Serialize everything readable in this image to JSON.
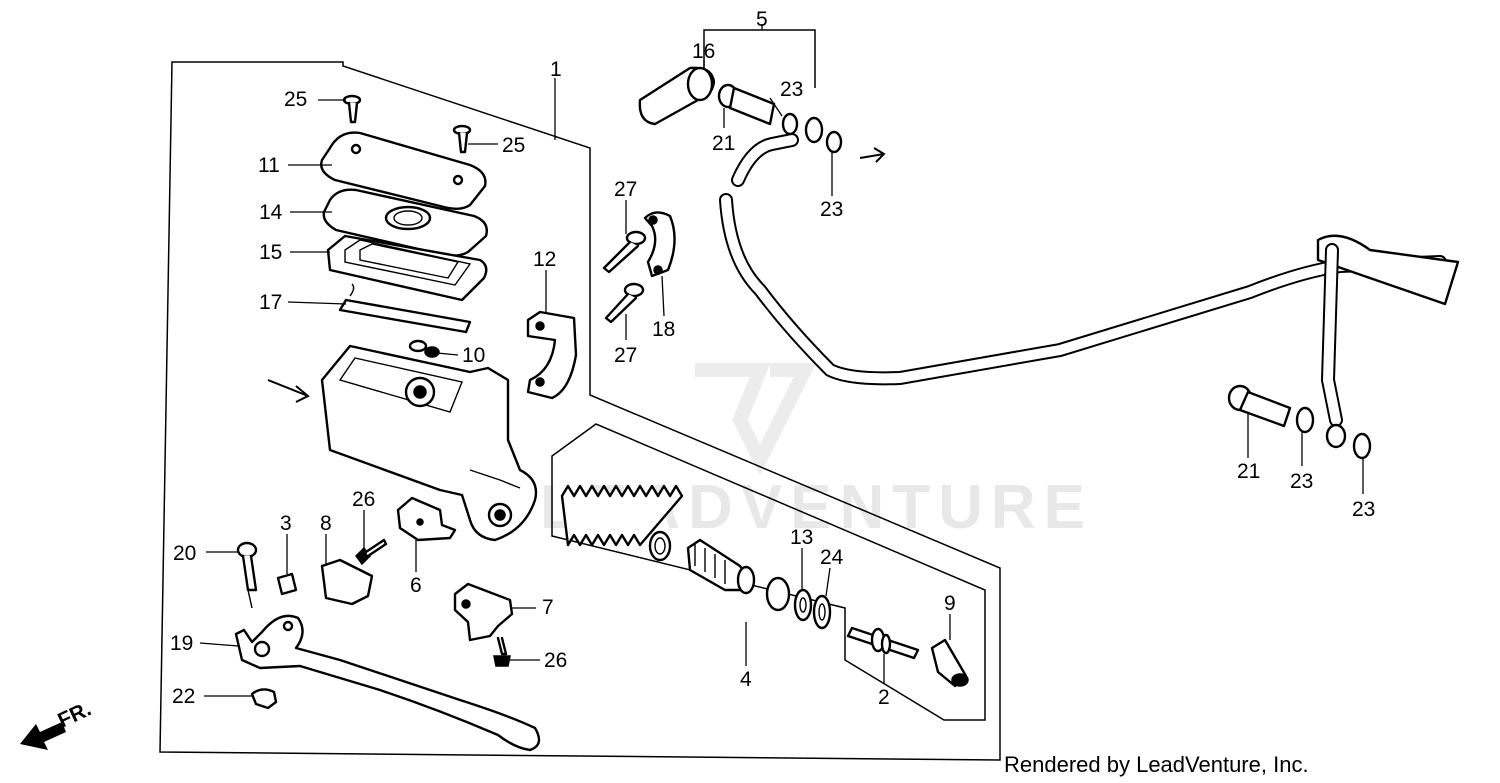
{
  "diagram": {
    "credit": "Rendered by LeadVenture, Inc.",
    "watermark": "LEADVENTURE",
    "direction_label": "FR.",
    "callouts": {
      "c1": "1",
      "c2": "2",
      "c3": "3",
      "c4": "4",
      "c5": "5",
      "c6": "6",
      "c7": "7",
      "c8": "8",
      "c9": "9",
      "c10": "10",
      "c11": "11",
      "c12": "12",
      "c13": "13",
      "c14": "14",
      "c15": "15",
      "c16": "16",
      "c17": "17",
      "c18": "18",
      "c19": "19",
      "c20": "20",
      "c21": "21",
      "c22": "22",
      "c23": "23",
      "c24": "24",
      "c25": "25",
      "c26": "26",
      "c27": "27"
    }
  }
}
